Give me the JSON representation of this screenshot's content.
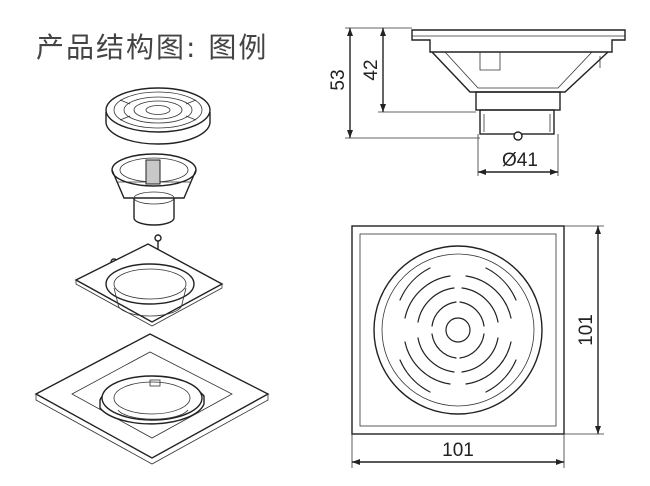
{
  "title": "产品结构图: 图例",
  "dimensions": {
    "height_total": "53",
    "height_body": "42",
    "diameter": "Ø41",
    "width": "101",
    "depth": "101"
  }
}
